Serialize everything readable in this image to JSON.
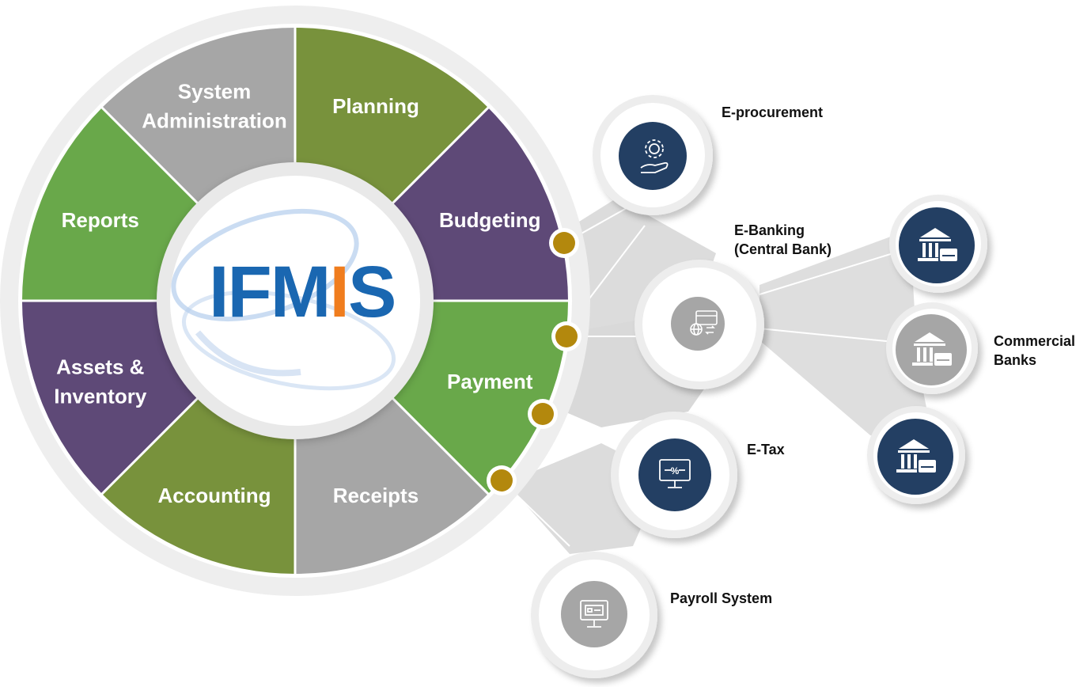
{
  "logo": {
    "part1": "IFM",
    "part2": "I",
    "part3": "S"
  },
  "colors": {
    "olive": "#78923c",
    "purple": "#5e4977",
    "green": "#69a84a",
    "gray": "#a6a6a6",
    "navy": "#233f63",
    "connector": "#b3880d",
    "logo_blue": "#1a67b1",
    "logo_orange": "#f07d1e"
  },
  "modules": [
    {
      "id": "planning",
      "lines": [
        "Planning"
      ],
      "color": "olive"
    },
    {
      "id": "budgeting",
      "lines": [
        "Budgeting"
      ],
      "color": "purple"
    },
    {
      "id": "payment",
      "lines": [
        "Payment"
      ],
      "color": "green"
    },
    {
      "id": "receipts",
      "lines": [
        "Receipts"
      ],
      "color": "gray"
    },
    {
      "id": "accounting",
      "lines": [
        "Accounting"
      ],
      "color": "olive"
    },
    {
      "id": "assets-inventory",
      "lines": [
        "Assets &",
        "Inventory"
      ],
      "color": "purple"
    },
    {
      "id": "reports",
      "lines": [
        "Reports"
      ],
      "color": "green"
    },
    {
      "id": "system-administration",
      "lines": [
        "System",
        "Administration"
      ],
      "color": "gray"
    }
  ],
  "integrations": [
    {
      "id": "e-procurement",
      "lines": [
        "E-procurement"
      ],
      "icon": "procurement-gear-hand-icon",
      "theme": "navy"
    },
    {
      "id": "e-banking",
      "lines": [
        "E-Banking",
        "(Central Bank)"
      ],
      "icon": "e-banking-card-globe-icon",
      "theme": "gray"
    },
    {
      "id": "e-tax",
      "lines": [
        "E-Tax"
      ],
      "icon": "tax-monitor-icon",
      "theme": "navy"
    },
    {
      "id": "payroll-system",
      "lines": [
        "Payroll System"
      ],
      "icon": "payroll-monitor-icon",
      "theme": "gray"
    }
  ],
  "banks": {
    "lines": [
      "Commercial",
      "Banks"
    ],
    "items": [
      {
        "icon": "bank-building-icon",
        "theme": "navy"
      },
      {
        "icon": "bank-building-icon",
        "theme": "gray"
      },
      {
        "icon": "bank-building-icon",
        "theme": "navy"
      }
    ]
  }
}
